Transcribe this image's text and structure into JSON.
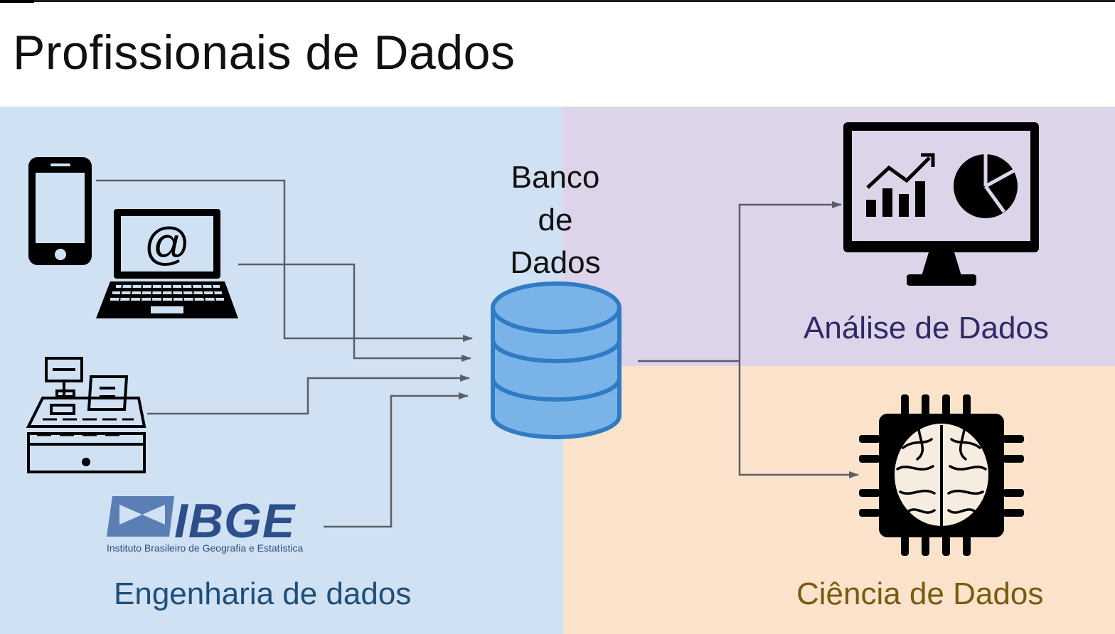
{
  "slide": {
    "title": "Profissionais de Dados"
  },
  "regions": {
    "engenharia_label": "Engenharia de dados",
    "analise_label": "Análise de Dados",
    "ciencia_label": "Ciência de Dados"
  },
  "database": {
    "label_line1": "Banco",
    "label_line2": "de",
    "label_line3": "Dados"
  },
  "sources": {
    "ibge_wordmark": "IBGE",
    "ibge_subtitle": "Instituto Brasileiro de Geografia e Estatística",
    "laptop_symbol": "@"
  },
  "colors": {
    "engenharia_bg": "#cfe1f3",
    "analise_bg": "#ddd4ea",
    "ciencia_bg": "#fbe3cb",
    "database_fill": "#7ab3e8",
    "database_stroke": "#2f7cc4",
    "arrow": "#5a5f66"
  },
  "icons": [
    "smartphone-icon",
    "laptop-icon",
    "cash-register-icon",
    "ibge-logo",
    "database-icon",
    "dashboard-monitor-icon",
    "ai-brain-chip-icon"
  ]
}
